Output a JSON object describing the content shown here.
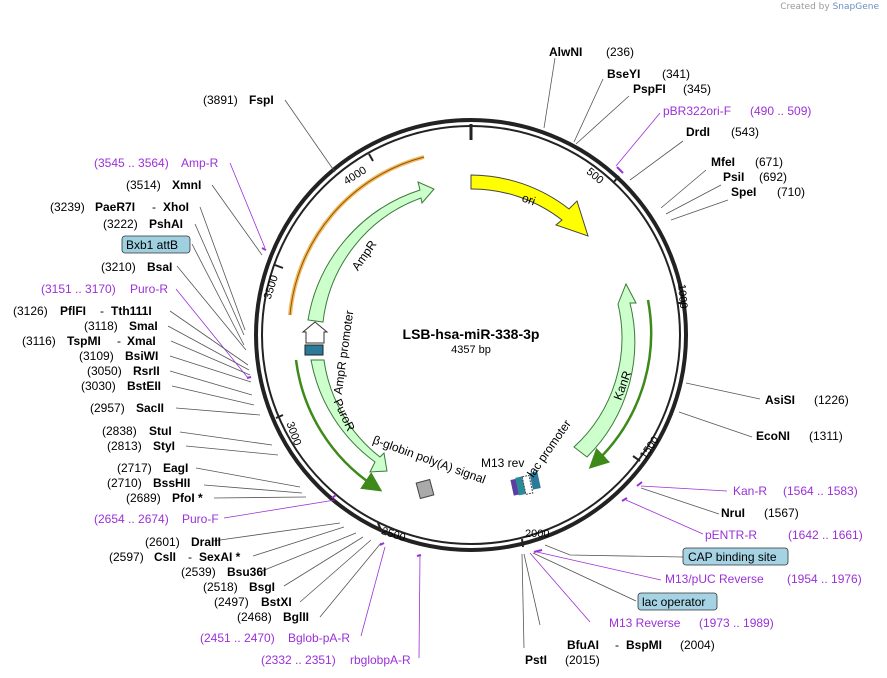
{
  "brand": {
    "prefix": "Created by",
    "name": "SnapGene"
  },
  "plasmid": {
    "name": "LSB-hsa-miR-338-3p",
    "size_text": "4357 bp"
  },
  "ticks": [
    "500",
    "1000",
    "1500",
    "2000",
    "2500",
    "3000",
    "3500",
    "4000"
  ],
  "features": {
    "ori": "ori",
    "kanr": "KanR",
    "lac_promoter": "lac promoter",
    "m13_rev": "M13 rev",
    "bglob": "β-globin poly(A) signal",
    "puror": "PuroR",
    "ampr_promoter": "AmpR promoter",
    "ampr": "AmpR"
  },
  "sites_right": [
    {
      "enz": "AlwNI",
      "pos": "(236)"
    },
    {
      "enz": "BseYI",
      "pos": "(341)"
    },
    {
      "enz": "PspFI",
      "pos": "(345)"
    },
    {
      "purple": "pBR322ori-F",
      "range": "(490 .. 509)"
    },
    {
      "enz": "DrdI",
      "pos": "(543)"
    },
    {
      "enz": "MfeI",
      "pos": "(671)"
    },
    {
      "enz": "PsiI",
      "pos": "(692)"
    },
    {
      "enz": "SpeI",
      "pos": "(710)"
    },
    {
      "enz": "AsiSI",
      "pos": "(1226)"
    },
    {
      "enz": "EcoNI",
      "pos": "(1311)"
    },
    {
      "purple": "Kan-R",
      "range": "(1564 .. 1583)"
    },
    {
      "enz": "NruI",
      "pos": "(1567)"
    },
    {
      "purple": "pENTR-R",
      "range": "(1642 .. 1661)"
    },
    {
      "box": "CAP binding site"
    },
    {
      "purple": "M13/pUC Reverse",
      "range": "(1954 .. 1976)"
    },
    {
      "box": "lac operator"
    },
    {
      "purple": "M13 Reverse",
      "range": "(1973 .. 1989)"
    },
    {
      "enz": "BfuAI",
      "sep": "-",
      "enz2": "BspMI",
      "pos": "(2004)"
    },
    {
      "enz": "PstI",
      "pos": "(2015)"
    }
  ],
  "sites_left": [
    {
      "pos": "(3891)",
      "enz": "FspI"
    },
    {
      "range": "(3545 .. 3564)",
      "purple": "Amp-R"
    },
    {
      "pos": "(3514)",
      "enz": "XmnI"
    },
    {
      "pos": "(3239)",
      "enz": "PaeR7I",
      "sep": "-",
      "enz2": "XhoI"
    },
    {
      "pos": "(3222)",
      "enz": "PshAI"
    },
    {
      "box": "Bxb1 attB"
    },
    {
      "pos": "(3210)",
      "enz": "BsaI"
    },
    {
      "range": "(3151 .. 3170)",
      "purple": "Puro-R"
    },
    {
      "pos": "(3126)",
      "enz": "PflFI",
      "sep": "-",
      "enz2": "Tth111I"
    },
    {
      "pos": "(3118)",
      "enz": "SmaI"
    },
    {
      "pos": "(3116)",
      "enz": "TspMI",
      "sep": "-",
      "enz2": "XmaI"
    },
    {
      "pos": "(3109)",
      "enz": "BsiWI"
    },
    {
      "pos": "(3050)",
      "enz": "RsrII"
    },
    {
      "pos": "(3030)",
      "enz": "BstEII"
    },
    {
      "pos": "(2957)",
      "enz": "SacII"
    },
    {
      "pos": "(2838)",
      "enz": "StuI"
    },
    {
      "pos": "(2813)",
      "enz": "StyI"
    },
    {
      "pos": "(2717)",
      "enz": "EagI"
    },
    {
      "pos": "(2710)",
      "enz": "BssHII"
    },
    {
      "pos": "(2689)",
      "enz": "PfoI *"
    },
    {
      "range": "(2654 .. 2674)",
      "purple": "Puro-F"
    },
    {
      "pos": "(2601)",
      "enz": "DraIII"
    },
    {
      "pos": "(2597)",
      "enz": "CslI",
      "sep": "-",
      "enz2": "SexAI *"
    },
    {
      "pos": "(2539)",
      "enz": "Bsu36I"
    },
    {
      "pos": "(2518)",
      "enz": "BsgI"
    },
    {
      "pos": "(2497)",
      "enz": "BstXI"
    },
    {
      "pos": "(2468)",
      "enz": "BglII"
    },
    {
      "range": "(2451 .. 2470)",
      "purple": "Bglob-pA-R"
    },
    {
      "range": "(2332 .. 2351)",
      "purple": "rbglobpA-R"
    }
  ],
  "colors": {
    "ori": "#ffff00",
    "kanr": "#ccffcc",
    "ampr": "#ccffcc",
    "puror": "#ccffcc",
    "primer": "#9b30d9",
    "promoter_outline": "#000000",
    "orange_track": "#f4b860",
    "green_track": "#3d8a1a",
    "bxb1_box": "#9fd0df",
    "label_box": "#a5d3e3"
  }
}
